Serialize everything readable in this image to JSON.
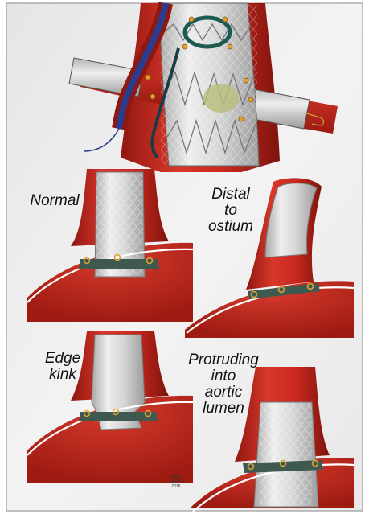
{
  "labels": {
    "normal": "Normal",
    "distal": "Distal\nto\nostium",
    "edge": "Edge\nkink",
    "protruding": "Protruding\ninto\naortic\nlumen"
  },
  "credit": {
    "line1": "Factor",
    "line2": "©MAYO",
    "line3": "2016"
  },
  "colors": {
    "vessel_red": "#c8281e",
    "vessel_dark": "#8e1710",
    "stent_silver": "#d8d8d8",
    "background": "#efeeee",
    "guidewire_blue": "#2d3b8c",
    "marker_orange": "#e0a030"
  },
  "panels": [
    "overview-aortic-stent",
    "normal",
    "distal-to-ostium",
    "edge-kink",
    "protruding-into-aortic-lumen"
  ]
}
